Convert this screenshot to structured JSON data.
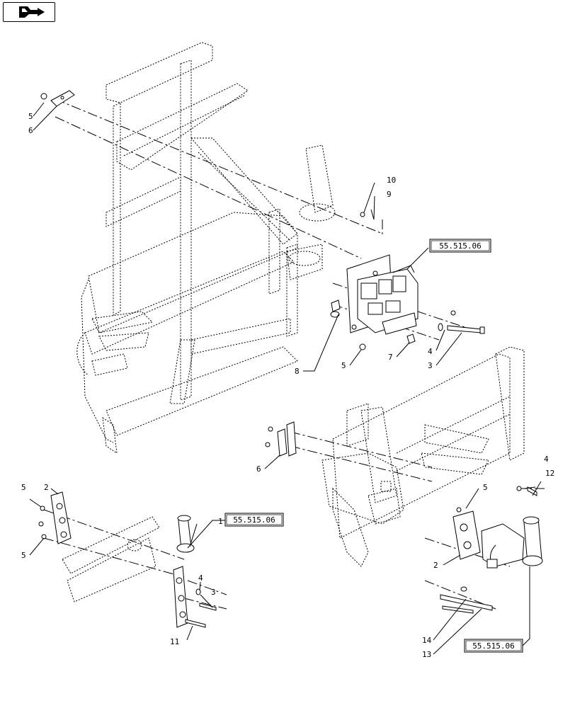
{
  "nav": {
    "icon": "back-arrow-icon"
  },
  "callouts": {
    "top_5": "5",
    "top_6": "6",
    "c10": "10",
    "c9": "9",
    "c8": "8",
    "mid_5": "5",
    "c7": "7",
    "c4": "4",
    "c3": "3",
    "right_6": "6",
    "right_4": "4",
    "c12": "12",
    "right_5": "5",
    "right_2": "2",
    "c14": "14",
    "c13": "13",
    "left_5a": "5",
    "left_2": "2",
    "left_5b": "5",
    "c1": "1",
    "left_4": "4",
    "left_3": "3",
    "c11": "11"
  },
  "refs": {
    "valve_ref": "55.515.06",
    "sensor_ref_left": "55.515.06",
    "sensor_ref_right": "55.515.06"
  }
}
